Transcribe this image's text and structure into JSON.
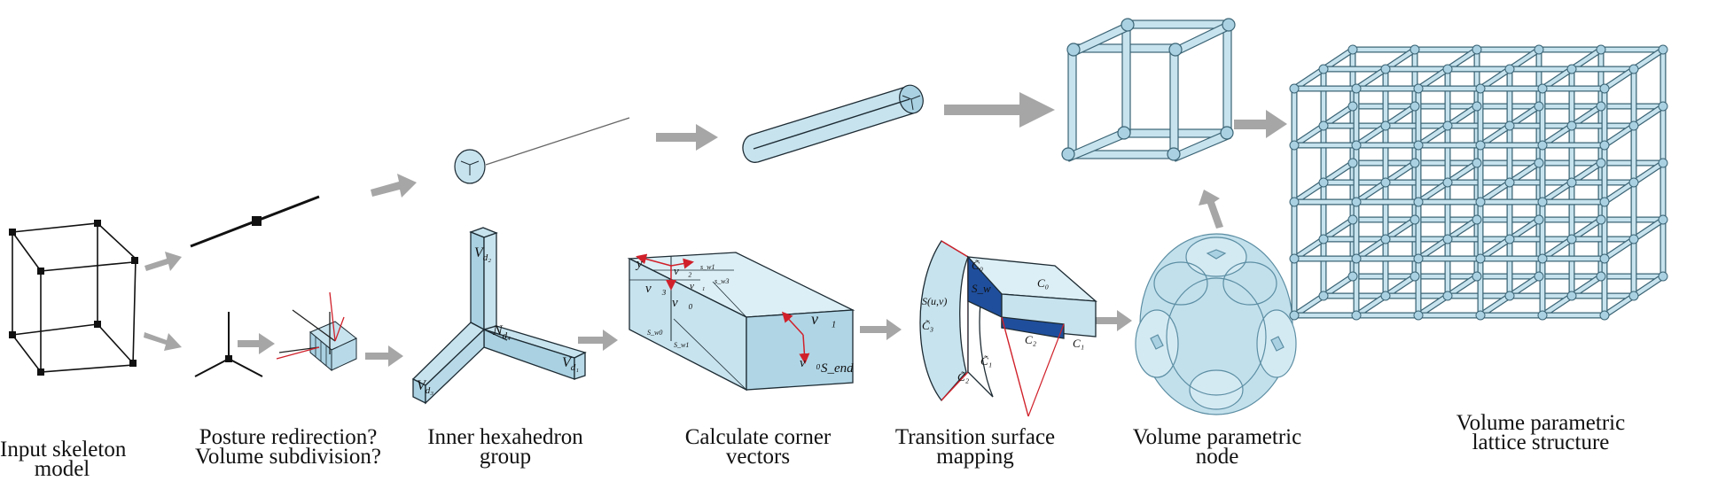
{
  "captions": {
    "input": [
      "Input skeleton",
      "model"
    ],
    "posture": [
      "Posture redirection?",
      "Volume subdivision?"
    ],
    "inner": [
      "Inner hexahedron",
      "group"
    ],
    "corner": [
      "Calculate corner",
      "vectors"
    ],
    "transition": [
      "Transition surface",
      "mapping"
    ],
    "node": [
      "Volume parametric",
      "node"
    ],
    "lattice": [
      "Volume parametric",
      "lattice structure"
    ]
  },
  "symbols": {
    "hex_arm_top": "V",
    "hex_arm_top_sub": "d₂",
    "hex_center": "N",
    "hex_center_sub": "d₄",
    "hex_arm_right": "V",
    "hex_arm_right_sub": "d₁",
    "hex_arm_left": "V",
    "hex_arm_left_sub": "d₃",
    "y_axis": "y",
    "v3": "v⃗₃",
    "v2": "v⃗₂",
    "v1_top": "v⃗₁",
    "v0": "v⃗₀",
    "v1": "v⃗₁",
    "v0_bottom": "v⃗₀",
    "s_w1": "s_w1",
    "s_w3": "s_w3",
    "s_w0": "S_w0",
    "s_w1_lower": "S_w1",
    "s_end": "S_end",
    "c0_top": "C̃₀",
    "c0": "C₀",
    "s_w": "S_w",
    "s_uv": "S(u,v)",
    "c3": "C̃₃",
    "c1": "C̃₁",
    "c2": "C̃₂",
    "c2_plain": "C₂",
    "c1_plain": "C₁"
  },
  "colors": {
    "fill_light": "#c7e3ee",
    "fill_mid": "#a9d1e2",
    "stroke": "#1d2b33",
    "arrow": "#a6a6a6",
    "accent_blue": "#1f4e9c",
    "vector_red": "#d0202a"
  }
}
